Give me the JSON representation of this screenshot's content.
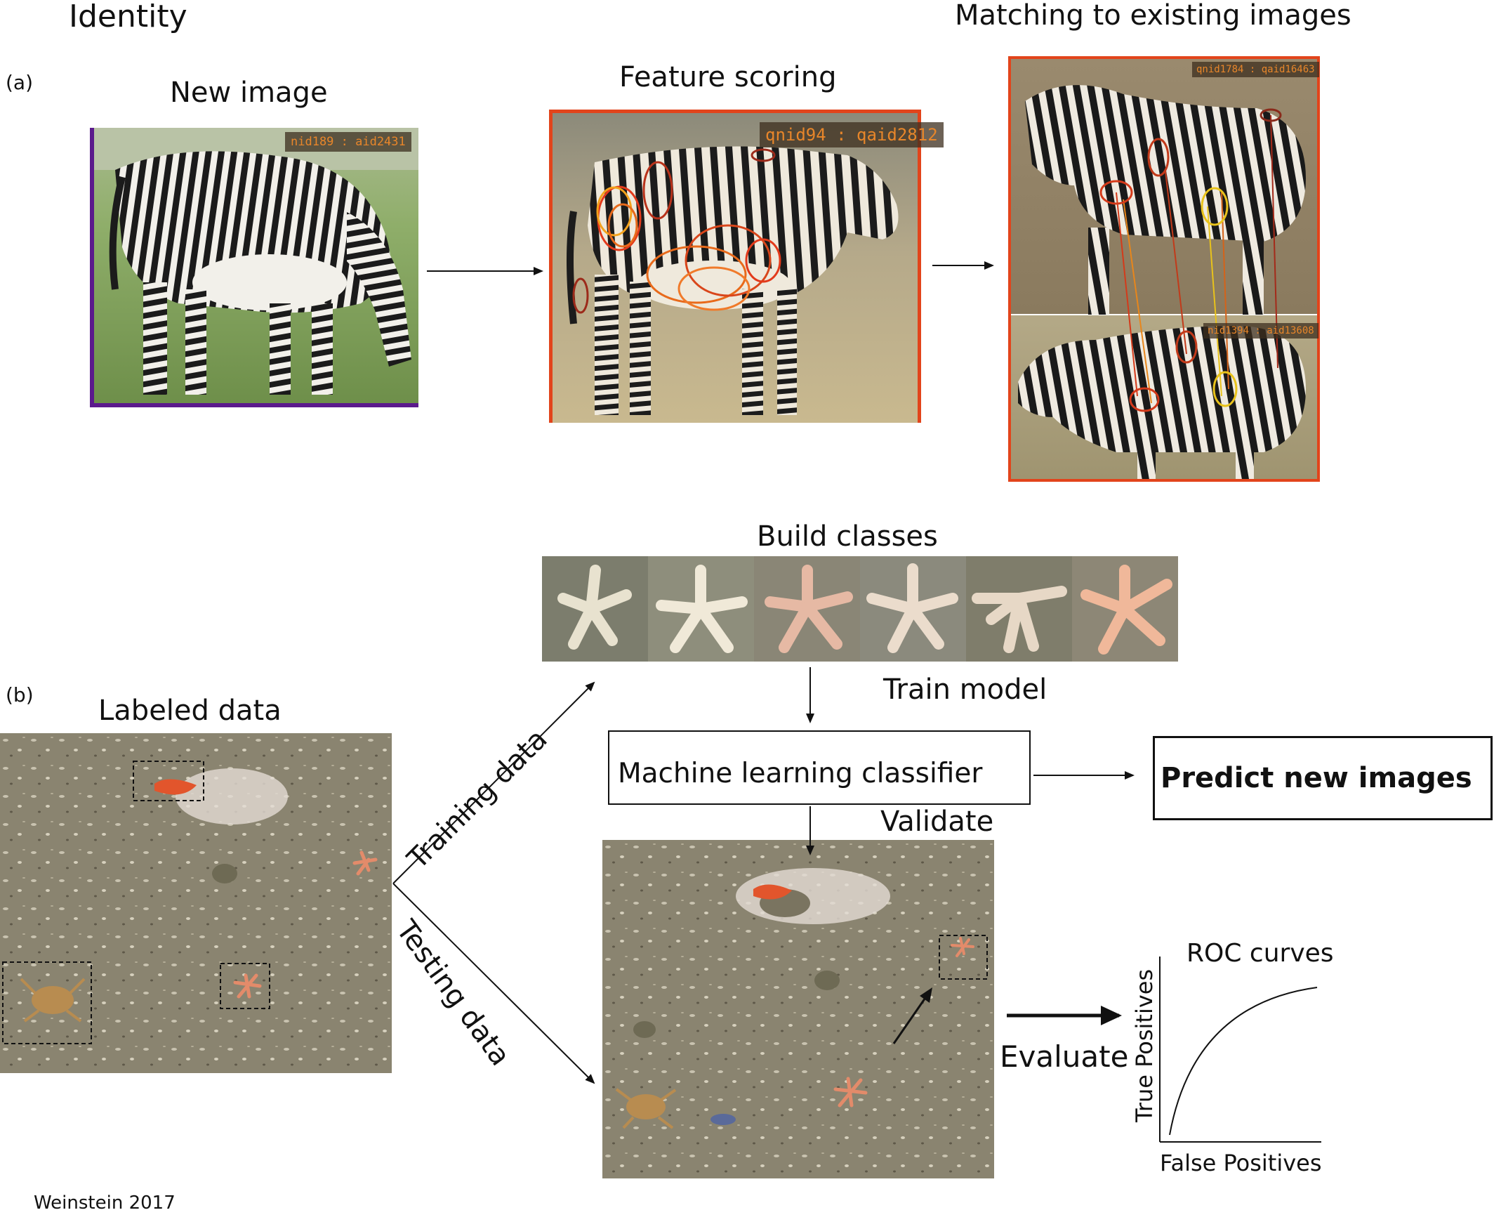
{
  "panel_a": {
    "label": "(a)",
    "heading": "Identity",
    "new_image": {
      "title": "New image",
      "image_label": "nid189 : aid2431",
      "image": "zebra-grazing-photo"
    },
    "feature_scoring": {
      "title": "Feature scoring",
      "image_label": "qnid94 : qaid2812",
      "image": "zebra-feature-ellipses-photo"
    },
    "matching": {
      "title": "Matching to existing images",
      "top_label": "qnid1784 : qaid16463",
      "bottom_label": "nid1394 : aid13608",
      "image": "zebra-match-lines-photo"
    }
  },
  "panel_b": {
    "label": "(b)",
    "labeled_data": {
      "title": "Labeled data",
      "image": "seafloor-annotated-photo"
    },
    "training_data": "Training data",
    "testing_data": "Testing data",
    "build_classes": {
      "title": "Build classes",
      "thumbnail_count": 6,
      "image": "starfish-thumbnails"
    },
    "train_model": "Train model",
    "classifier": "Machine learning classifier",
    "predict": "Predict new images",
    "validate": "Validate",
    "evaluate": "Evaluate",
    "roc": {
      "title": "ROC curves",
      "ylabel": "True Positives",
      "xlabel": "False Positives"
    }
  },
  "credit": "Weinstein 2017",
  "colors": {
    "purple_frame": "#5b1a8c",
    "orange_frame": "#e2441b",
    "label_text": "#e8862a"
  }
}
